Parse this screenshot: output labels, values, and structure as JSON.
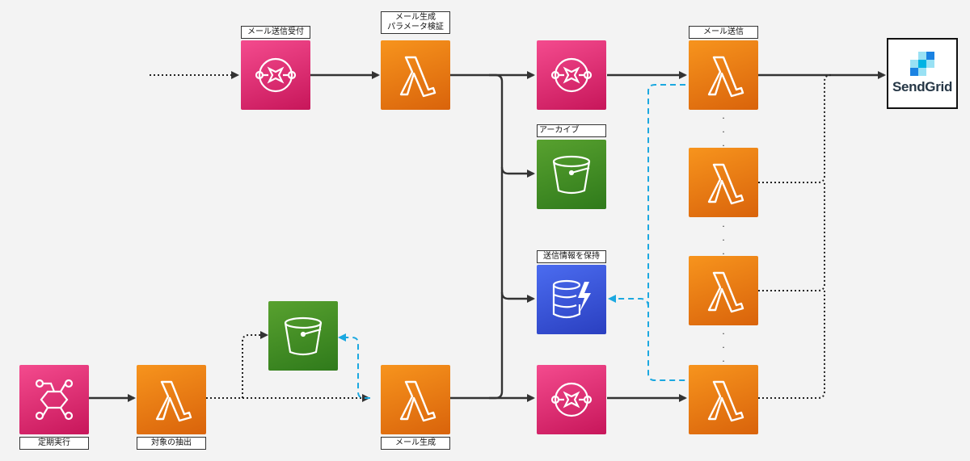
{
  "labels": {
    "mail_receive": "メール送信受付",
    "param_check_line1": "メール生成",
    "param_check_line2": "パラメータ検証",
    "archive": "アーカイブ",
    "store_info": "送信情報を保持",
    "mail_send": "メール送信",
    "schedule": "定期実行",
    "extract": "対象の抽出",
    "mail_gen": "メール生成"
  },
  "sendgrid": {
    "name": "SendGrid"
  },
  "vertical_dots": [
    "·",
    "·",
    "·",
    "·"
  ],
  "colors": {
    "sqs_eventbridge": "#e7157b",
    "lambda": "#ed7100",
    "s3": "#3f8624",
    "dynamodb": "#3b48cc",
    "arrow": "#333333",
    "dashed_arrow": "#1ba8e0"
  },
  "icons": {
    "queue": "sqs-queue-icon",
    "lambda": "lambda-icon",
    "bucket": "s3-bucket-icon",
    "dynamodb": "dynamodb-icon",
    "eventbridge": "eventbridge-icon"
  }
}
